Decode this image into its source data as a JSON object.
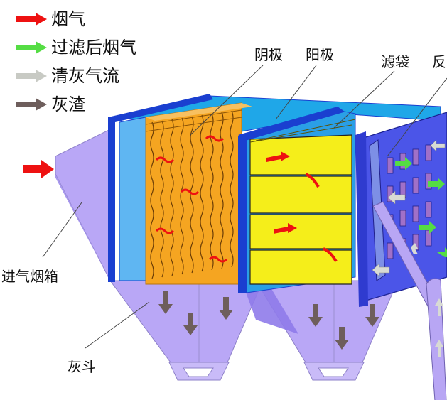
{
  "legend": {
    "items": [
      {
        "label": "烟气",
        "color": "#ee1111"
      },
      {
        "label": "过滤后烟气",
        "color": "#55dd44"
      },
      {
        "label": "清灰气流",
        "color": "#c8cac4"
      },
      {
        "label": "灰渣",
        "color": "#6e5e5c"
      }
    ]
  },
  "labels": {
    "cathode": "阴极",
    "anode": "阳极",
    "filter_bag": "滤袋",
    "reverse_partial": "反",
    "inlet_box": "进气烟箱",
    "ash_hopper": "灰斗"
  },
  "colors": {
    "hopper": "#b7a5f5",
    "frame_blue": "#1a3fd0",
    "panel_yellow": "#f5ee1a",
    "cathode_orange": "#f5a521",
    "inlet_light_blue": "#5fb6f2",
    "bag_chamber": "#4b55e8"
  }
}
